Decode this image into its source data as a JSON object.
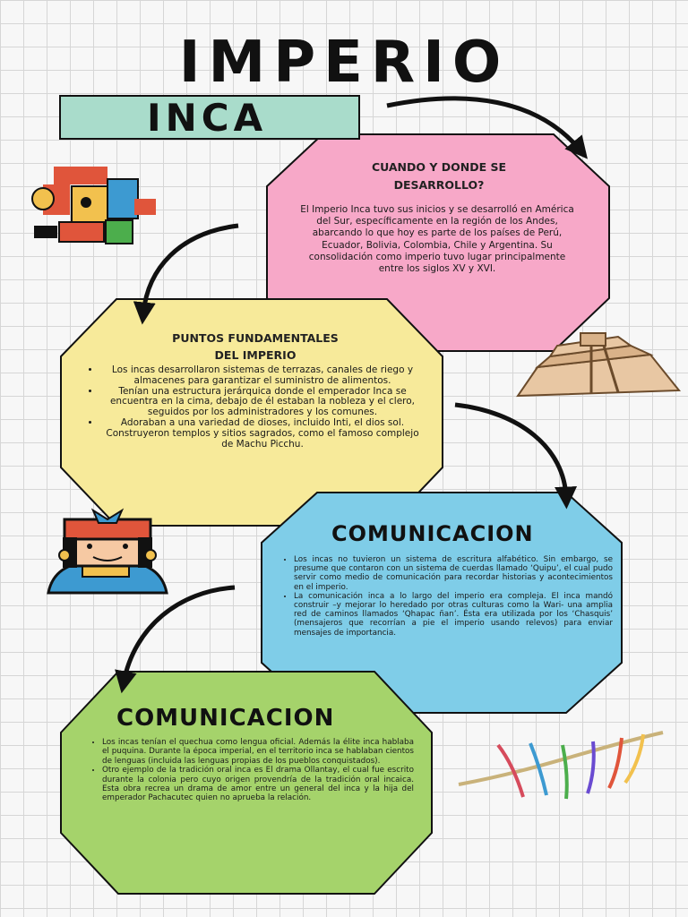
{
  "header": {
    "title": "IMPERIO",
    "subtitle": "INCA"
  },
  "section1": {
    "title_line1": "CUANDO Y DONDE SE",
    "title_line2": "DESARROLLO?",
    "body": "El Imperio Inca tuvo sus inicios y se desarrolló en América del Sur, específicamente en la región de los Andes, abarcando lo que hoy es parte de los países de Perú, Ecuador, Bolivia, Colombia, Chile y Argentina. Su consolidación como imperio tuvo lugar principalmente entre los siglos XV y XVI."
  },
  "section2": {
    "title_line1": "PUNTOS FUNDAMENTALES",
    "title_line2": "DEL IMPERIO",
    "bullets": [
      "Los incas desarrollaron sistemas de terrazas, canales de riego y almacenes para garantizar el suministro de alimentos.",
      "Tenían una estructura jerárquica donde el emperador Inca se encuentra en la cima, debajo de él estaban la nobleza y el clero, seguidos por los administradores y los comunes.",
      "Adoraban a una variedad de dioses, incluido Inti, el dios sol. Construyeron templos y sitios sagrados, como el famoso complejo de Machu Picchu."
    ]
  },
  "section3": {
    "title": "COMUNICACION",
    "bullets": [
      "Los incas no tuvieron un sistema de escritura alfabético. Sin embargo, se presume que contaron con un sistema de cuerdas llamado ‘Quipu’, el cual pudo servir como medio de comunicación para recordar historias y acontecimientos en el imperio.",
      "La comunicación inca a lo largo del imperio era compleja. El inca mandó construir –y mejorar lo heredado por otras culturas como la Wari- una amplia red de caminos llamados ‘Qhapac ñan’. Ésta era utilizada por los ‘Chasquis’ (mensajeros que recorrían a pie el imperio usando relevos) para enviar mensajes de importancia."
    ]
  },
  "section4": {
    "title": "COMUNICACION",
    "bullets": [
      "Los incas tenían el quechua como lengua oficial. Además la élite inca hablaba el puquina. Durante la época imperial, en el territorio inca se hablaban cientos de lenguas (incluida las lenguas propias de los pueblos conquistados).",
      "Otro ejemplo de la tradición oral inca es El drama Ollantay, el cual fue escrito durante la colonia pero cuyo origen provendría de la tradición oral incaica. Esta obra recrea un drama de amor entre un general del inca y la hija del emperador Pachacutec quien no aprueba la relación."
    ]
  },
  "colors": {
    "pink": "#f7a8c8",
    "yellow": "#f7ea9a",
    "blue": "#7fcde8",
    "green": "#a5d36b",
    "teal": "#a9dccb"
  }
}
